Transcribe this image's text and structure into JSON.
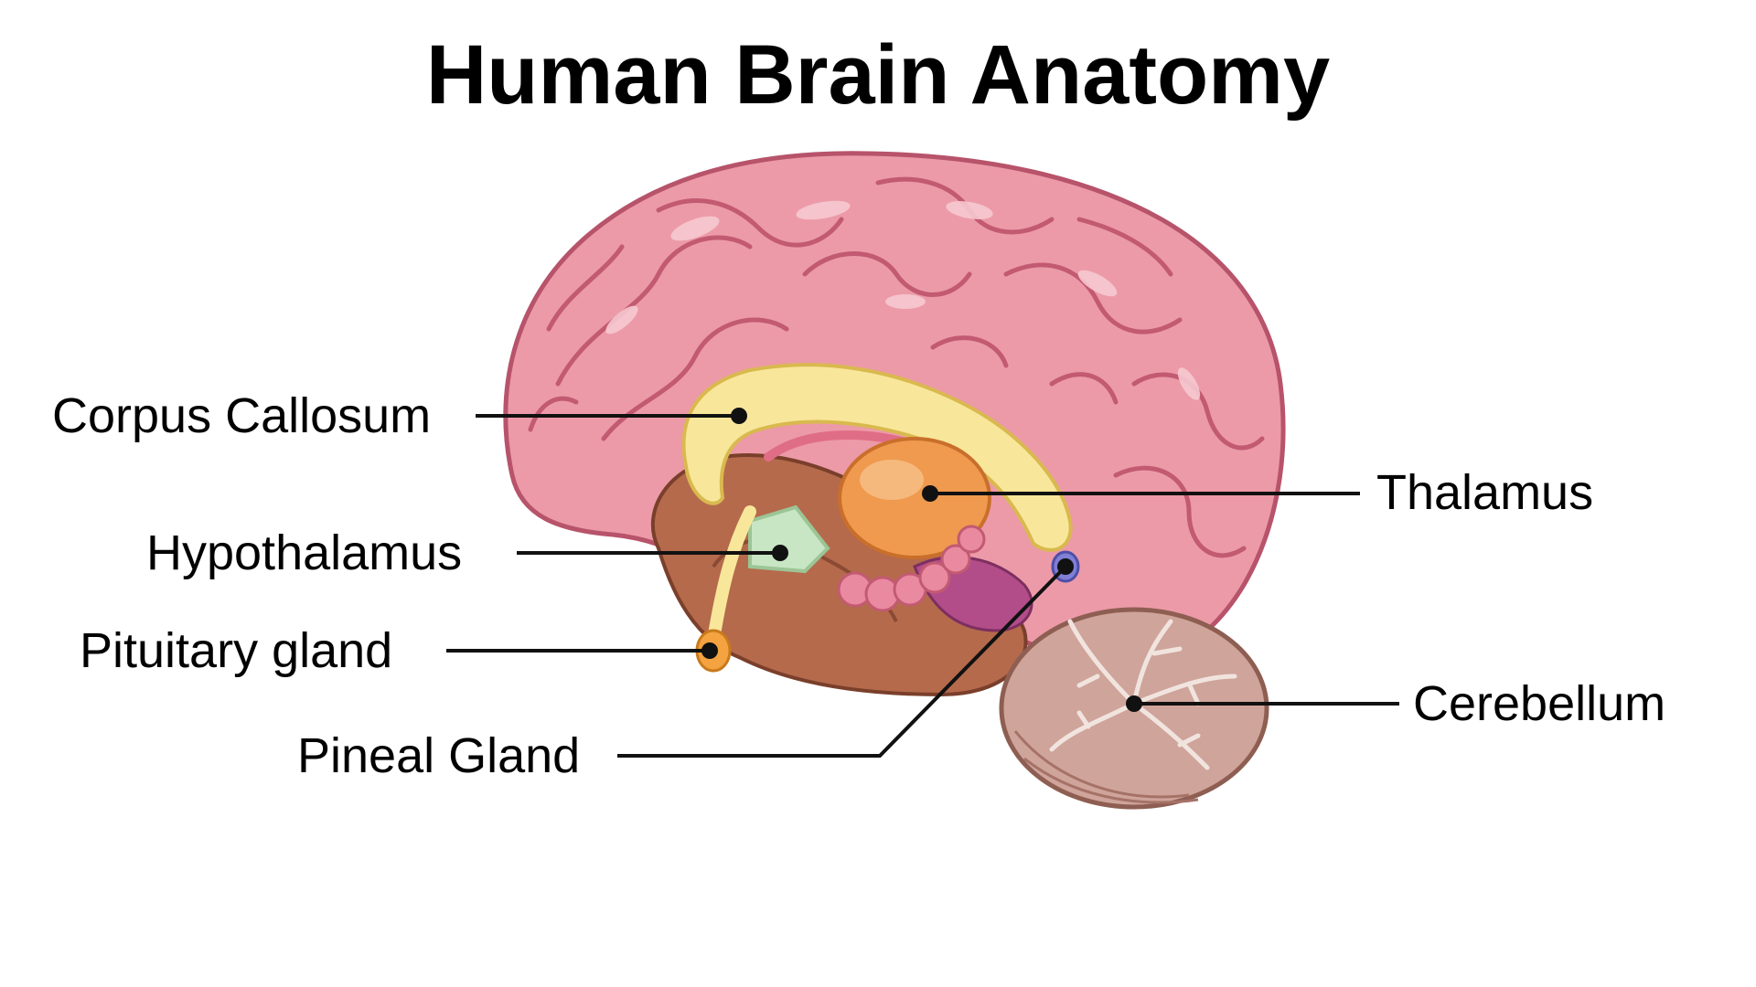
{
  "title": "Human Brain Anatomy",
  "labels": {
    "corpus_callosum": "Corpus Callosum",
    "hypothalamus": "Hypothalamus",
    "pituitary_gland": "Pituitary gland",
    "pineal_gland": "Pineal Gland",
    "thalamus": "Thalamus",
    "cerebellum": "Cerebellum"
  },
  "colors": {
    "cerebrum": "#ec9aa8",
    "cerebrum_outline": "#b7536a",
    "gyri_highlight": "#f7c9d1",
    "corpus_callosum": "#f8e79a",
    "thalamus": "#ef9a4e",
    "hypothalamus": "#c8e6c4",
    "pituitary": "#f4a340",
    "pineal": "#7f7fd6",
    "brainstem": "#b56a4c",
    "cerebellum": "#cfa49a",
    "leader_line": "#111111"
  }
}
